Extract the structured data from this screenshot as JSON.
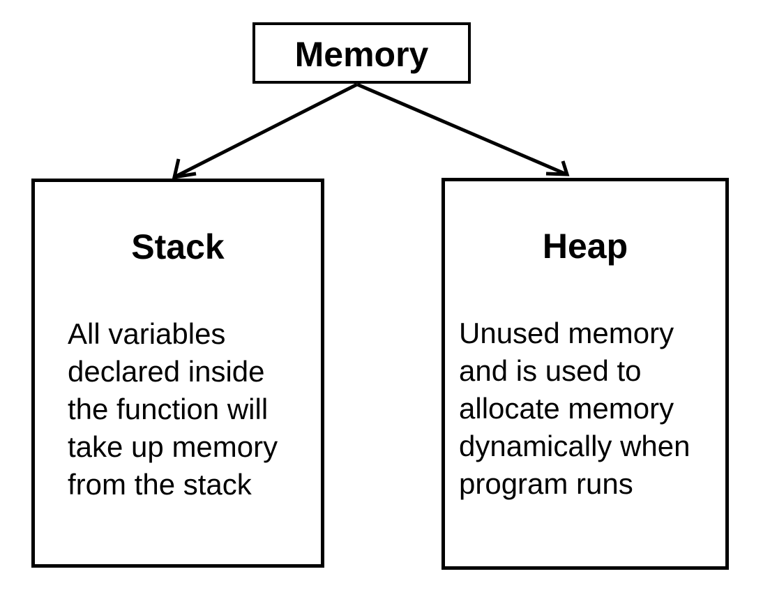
{
  "colors": {
    "background": "#ffffff",
    "line": "#000000",
    "text": "#000000"
  },
  "memory": {
    "label": "Memory"
  },
  "nodes": [
    {
      "id": "stack",
      "title": "Stack",
      "description": "All variables\ndeclared inside\nthe function will\ntake up memory\nfrom the stack"
    },
    {
      "id": "heap",
      "title": "Heap",
      "description": "Unused memory\nand is used to\nallocate memory\ndynamically when\nprogram runs"
    }
  ],
  "edges": [
    {
      "from": "Memory",
      "to": "Stack"
    },
    {
      "from": "Memory",
      "to": "Heap"
    }
  ]
}
